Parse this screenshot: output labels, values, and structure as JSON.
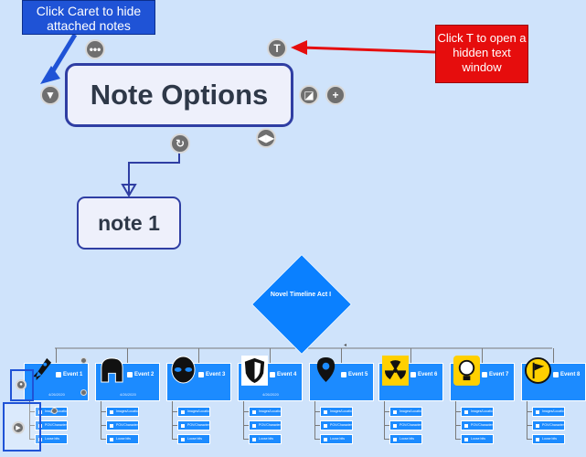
{
  "callouts": {
    "caret": "Click Caret to hide attached notes",
    "text_window": "Click T to open a hidden text window"
  },
  "main_node": {
    "title": "Note Options"
  },
  "child_node": {
    "title": "note 1"
  },
  "icons": {
    "more": "more-icon",
    "text": "text-icon",
    "caret": "caret-down-icon",
    "expand": "expand-icon",
    "add": "add-icon",
    "refresh": "refresh-icon",
    "direction": "left-right-icon"
  },
  "timeline": {
    "root": "Novel Timeline Act I",
    "events": [
      {
        "title": "Event 1",
        "date": "4/26/2020",
        "icon": "rocket-icon"
      },
      {
        "title": "Event 2",
        "date": "4/26/2020",
        "icon": "helmet-icon"
      },
      {
        "title": "Event 3",
        "date": "",
        "icon": "alien-icon"
      },
      {
        "title": "Event 4",
        "date": "4/26/2020",
        "icon": "shield-icon"
      },
      {
        "title": "Event 5",
        "date": "",
        "icon": "location-pin-icon"
      },
      {
        "title": "Event 6",
        "date": "",
        "icon": "radiation-icon"
      },
      {
        "title": "Event 7",
        "date": "",
        "icon": "lightbulb-icon"
      },
      {
        "title": "Event 8",
        "date": "",
        "icon": "flag-icon"
      }
    ],
    "sub_labels": [
      "Images/Location",
      "POV/Characters",
      "Loose bits"
    ]
  },
  "colors": {
    "callout_blue": "#1f53d6",
    "callout_red": "#e60d0d",
    "node_border": "#2f3ea3",
    "timeline_blue": "#1c8bff"
  }
}
